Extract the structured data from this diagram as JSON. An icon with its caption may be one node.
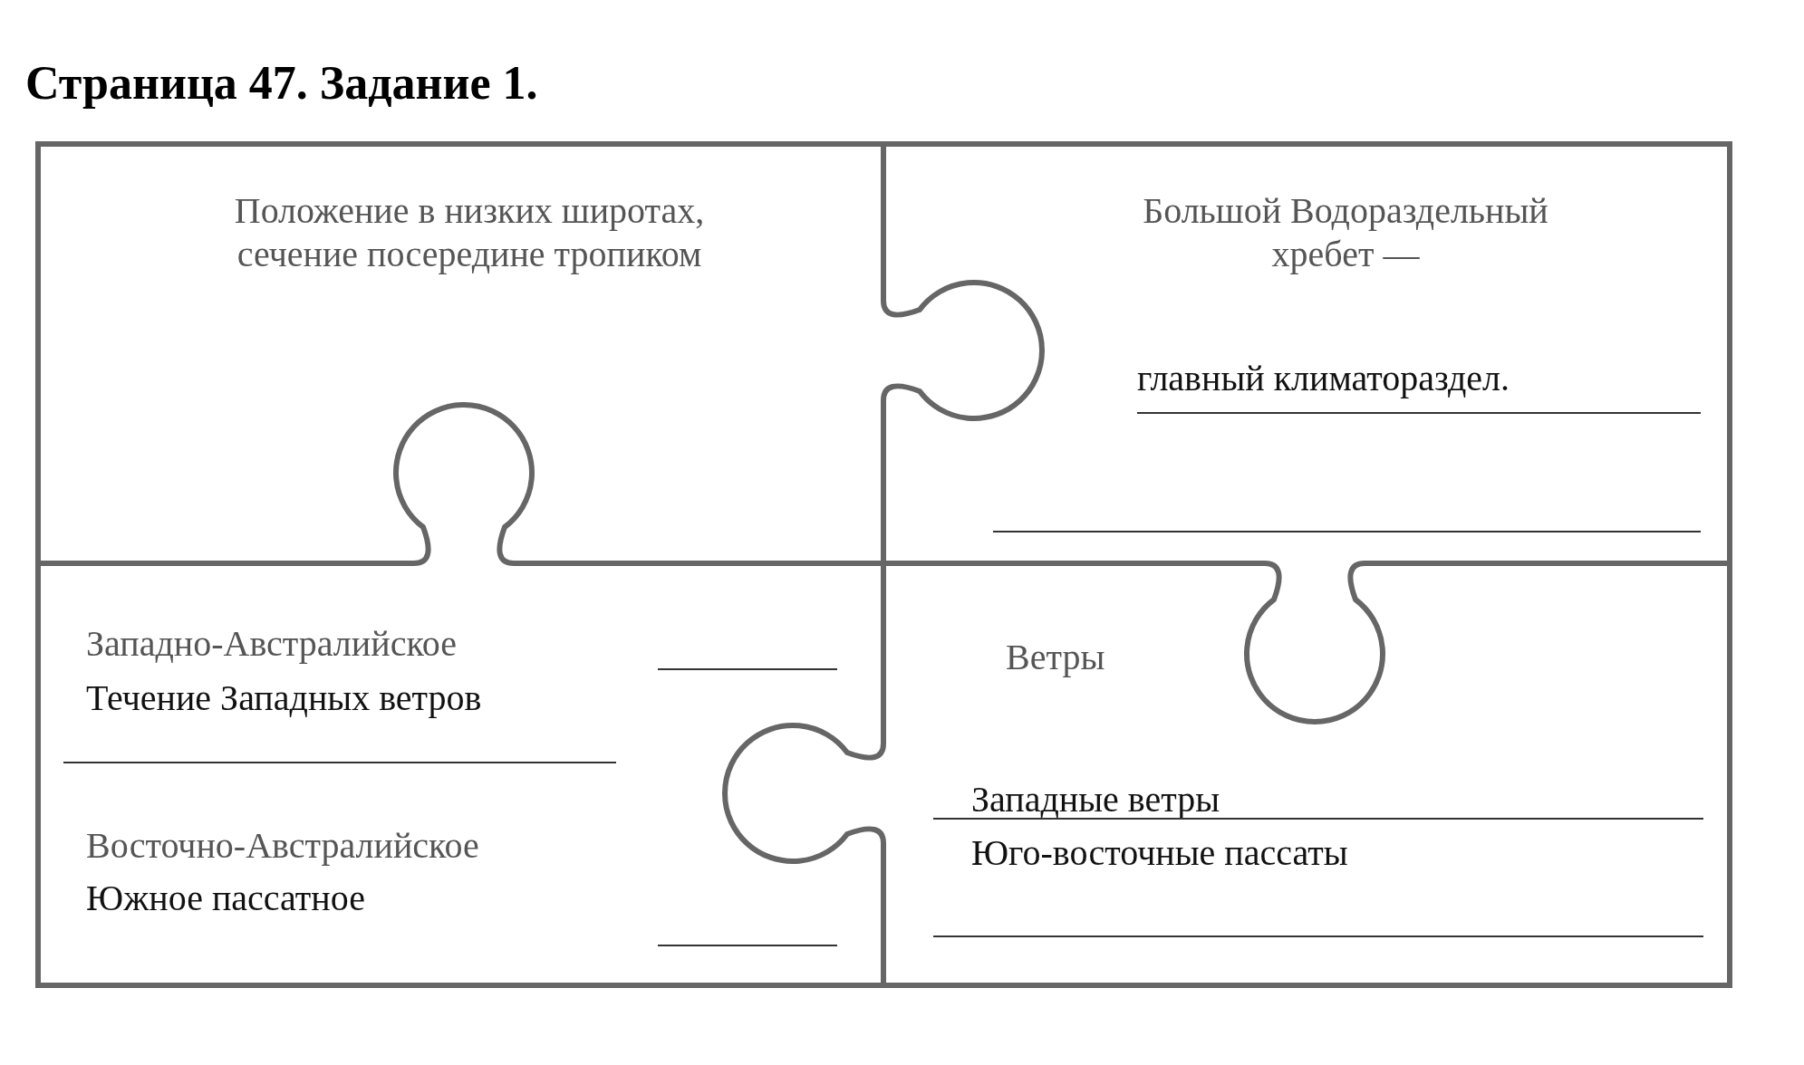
{
  "diagram": {
    "title": "Страница 47. Задание 1.",
    "nodes": [
      {
        "text": [
          "Положение в низких широтах, сечение посередине тропиком"
        ]
      },
      {
        "text": [
          "Большой Водораздельный хребет —",
          "главный климатораздел."
        ]
      },
      {
        "text": [
          "Западно-Австралийское",
          "Течение Западных ветров",
          "Восточно-Австралийское",
          "Южное пассатное"
        ]
      },
      {
        "text": [
          "Ветры",
          "Западные ветры",
          "Юго-восточные пассаты"
        ]
      }
    ],
    "edges": []
  }
}
